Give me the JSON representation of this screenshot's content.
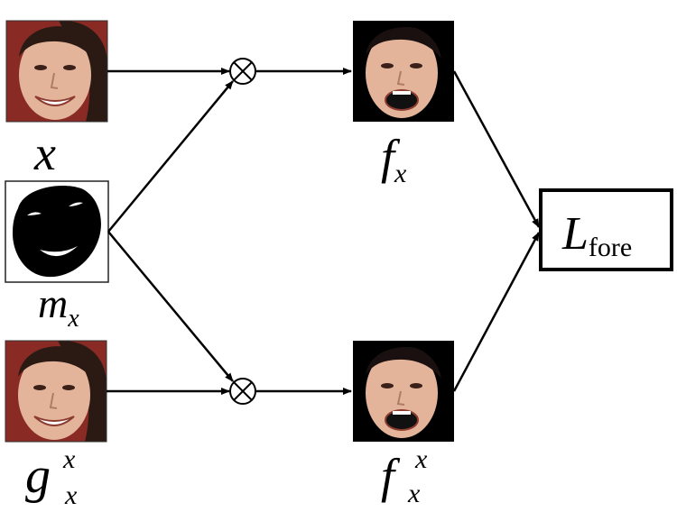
{
  "labels": {
    "x_main": "x",
    "m_main": "m",
    "m_sub": "x",
    "g_main": "g",
    "g_sub": "x",
    "g_sup": "x",
    "f_main": "f",
    "f_sub": "x",
    "f2_main": "f",
    "f2_sub": "x",
    "f2_sup": "x",
    "loss_main": "L",
    "loss_sub": "fore"
  },
  "colors": {
    "skin": "#e4b49a",
    "hair": "#2b1a14",
    "background_red": "#8a2a24",
    "masked_background": "#000000",
    "line": "#000000"
  },
  "icons": [
    "multiply-circle-icon",
    "arrowhead-icon"
  ]
}
